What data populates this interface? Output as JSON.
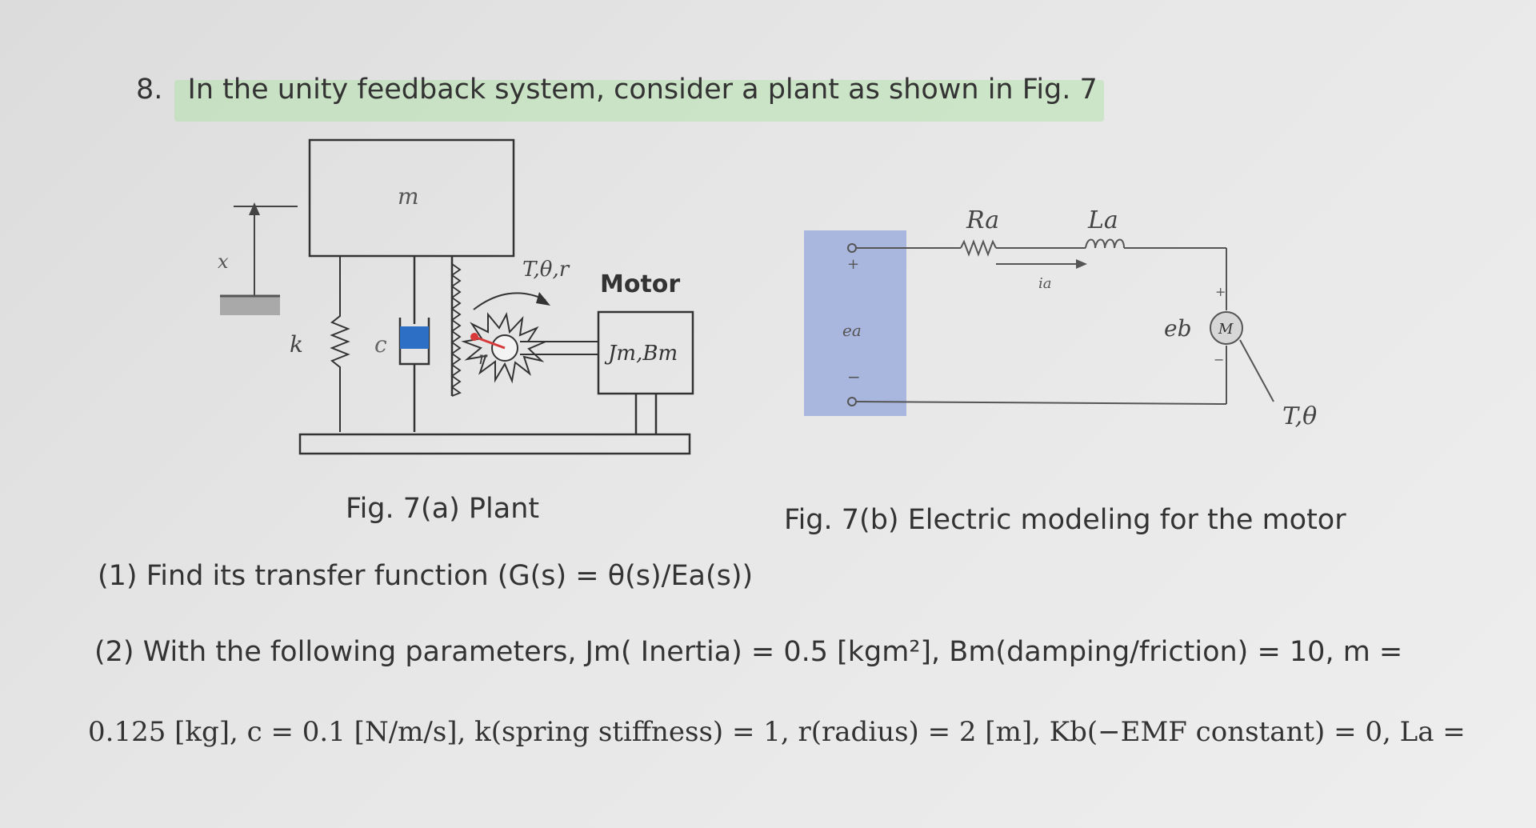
{
  "question": {
    "number": "8.",
    "text": "In the unity feedback system, consider a plant as shown in Fig. 7"
  },
  "figure_a": {
    "caption": "Fig. 7(a) Plant",
    "labels": {
      "x": "x",
      "m": "m",
      "k": "k",
      "c": "c",
      "torque": "T,θ,r",
      "motor": "Motor",
      "r": "r",
      "jm_bm": "Jm,Bm"
    }
  },
  "figure_b": {
    "caption": "Fig. 7(b) Electric modeling for the motor",
    "labels": {
      "ra": "Ra",
      "la": "La",
      "ia": "ia",
      "ea": "ea",
      "eb": "eb",
      "motor": "M",
      "plus": "+",
      "minus": "−",
      "output": "T,θ"
    }
  },
  "parts": {
    "p1": "(1) Find its transfer function (G(s) = θ(s)/Ea(s))",
    "p2": "(2) With the following parameters, Jm( Inertia) = 0.5 [kgm²],   Bm(damping/friction) = 10, m =",
    "p3": "0.125 [kg], c = 0.1 [N/m/s], k(spring stiffness) = 1, r(radius) = 2 [m], Kb(−EMF constant) = 0, La ="
  },
  "colors": {
    "damper_blue": "#2d6fc4",
    "source_panel": "#a9b6dd",
    "highlight": "#b8e2ae",
    "gear_red": "#d83a3a"
  }
}
